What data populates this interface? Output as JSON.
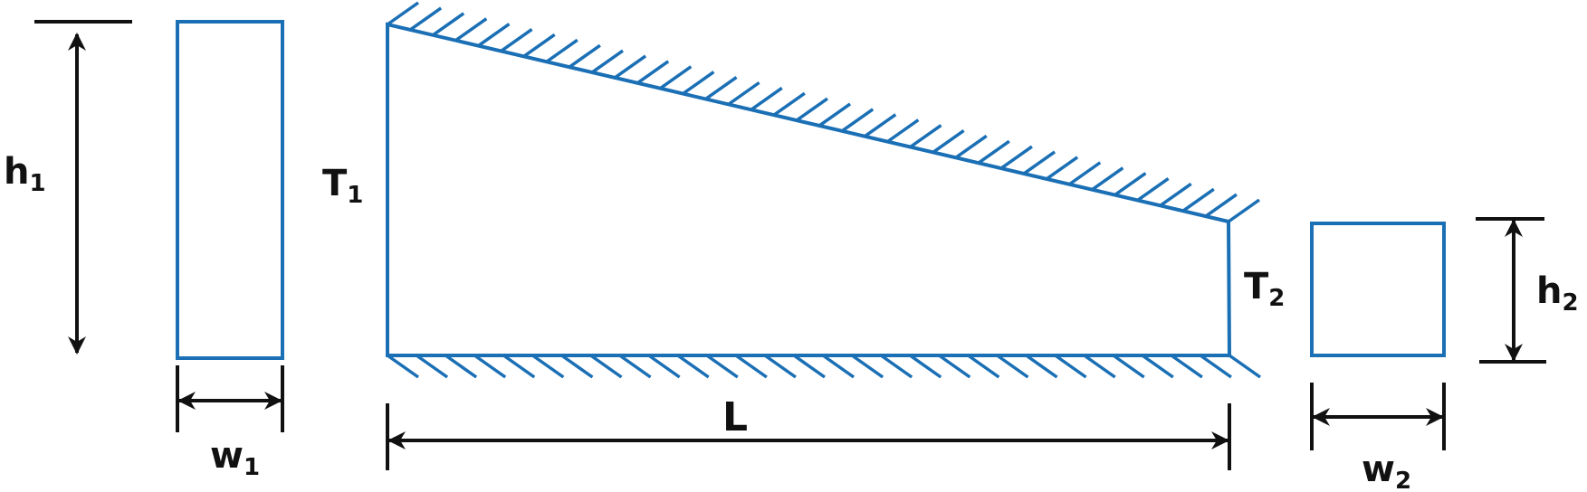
{
  "labels": {
    "h1": {
      "main": "h",
      "sub": "1"
    },
    "w1": {
      "main": "w",
      "sub": "1"
    },
    "T1": {
      "main": "T",
      "sub": "1"
    },
    "T2": {
      "main": "T",
      "sub": "2"
    },
    "L": {
      "main": "L"
    },
    "h2": {
      "main": "h",
      "sub": "2"
    },
    "w2": {
      "main": "w",
      "sub": "2"
    }
  },
  "colors": {
    "outline": "#1a6fb5",
    "dimension": "#111111"
  }
}
